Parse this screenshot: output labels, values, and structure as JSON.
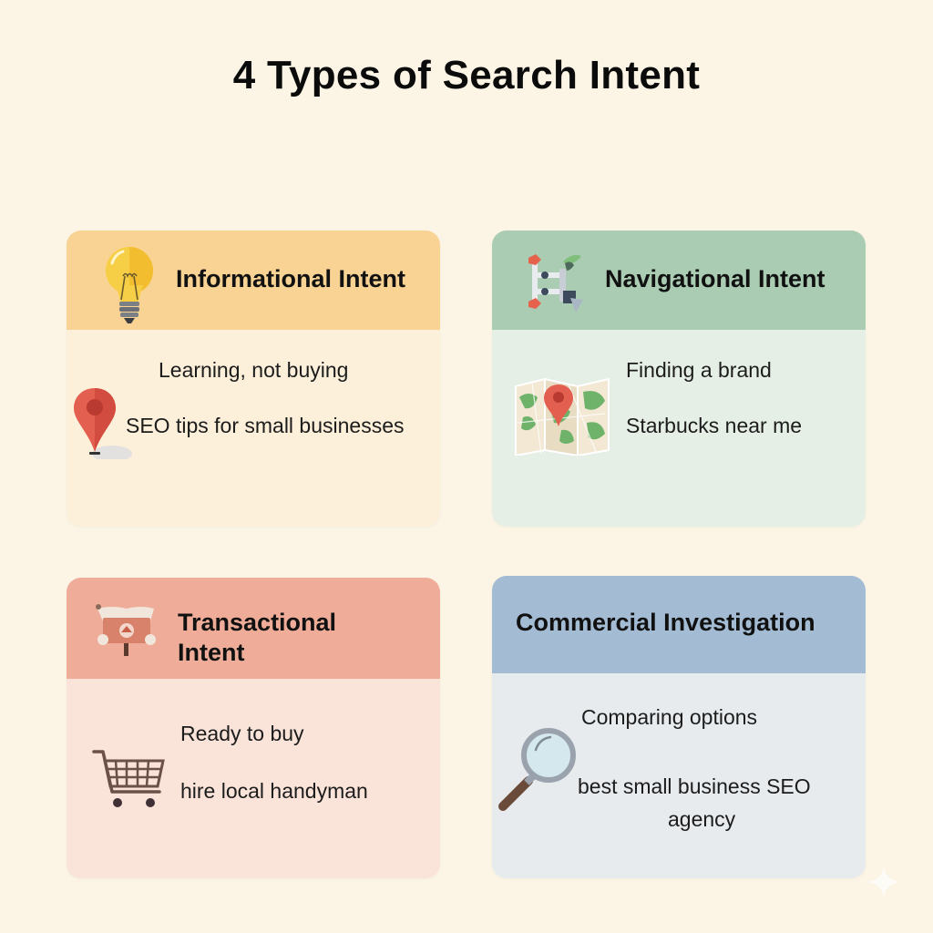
{
  "title": "4 Types of Search Intent",
  "cards": [
    {
      "heading": "Informational Intent",
      "header_icon": "lightbulb-icon",
      "body_icon": "map-pin-icon",
      "description": "Learning, not buying",
      "example": "SEO tips for small businesses",
      "header_color": "#f8d393",
      "body_color": "#fdf0da"
    },
    {
      "heading": "Navigational Intent",
      "header_icon": "network-nodes-icon",
      "body_icon": "folded-map-icon",
      "description": "Finding a brand",
      "example": "Starbucks near me",
      "header_color": "#a9ccb2",
      "body_color": "#e6efe6"
    },
    {
      "heading_line1": "Transactional",
      "heading_line2": "Intent",
      "header_icon": "signpost-icon",
      "body_icon": "shopping-cart-icon",
      "description": "Ready to buy",
      "example": "hire local handyman",
      "header_color": "#efac98",
      "body_color": "#fae3d9"
    },
    {
      "heading": "Commercial Investigation",
      "body_icon": "magnifying-glass-icon",
      "description": "Comparing options",
      "example_line1": "best small business SEO",
      "example_line2": "agency",
      "header_color": "#a3bcd3",
      "body_color": "#e7ebee"
    }
  ]
}
